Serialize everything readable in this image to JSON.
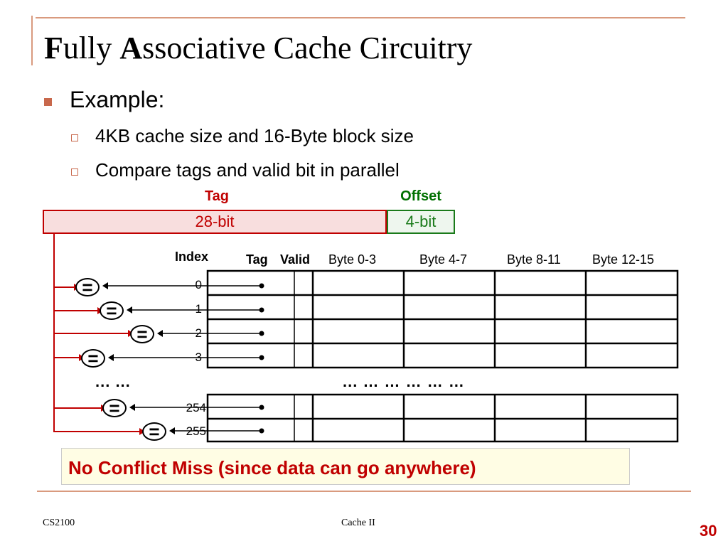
{
  "slide": {
    "title_parts": [
      {
        "text": "F",
        "bold": true
      },
      {
        "text": "ully ",
        "bold": false
      },
      {
        "text": "A",
        "bold": true
      },
      {
        "text": "ssociative Cache Circuitry",
        "bold": false
      }
    ],
    "bullet": "Example:",
    "sub_bullets": [
      "4KB cache size and 16-Byte block size",
      "Compare tags and valid bit in parallel"
    ],
    "callout": "No Conflict Miss (since data can go anywhere)",
    "footer_left": "CS2100",
    "footer_center": "Cache II",
    "page_number": "30"
  },
  "address": {
    "tag_label": "Tag",
    "offset_label": "Offset",
    "tag_bits": "28-bit",
    "offset_bits": "4-bit"
  },
  "cache": {
    "index_header": "Index",
    "columns": [
      "Tag",
      "Valid",
      "Byte 0-3",
      "Byte 4-7",
      "Byte 8-11",
      "Byte 12-15"
    ],
    "rows_top": [
      "0",
      "1",
      "2",
      "3"
    ],
    "rows_bottom": [
      "254",
      "255"
    ],
    "ellipsis_left": "...    ...",
    "ellipsis_right": "...   …   …   …   …   …",
    "comparator_symbol": "="
  },
  "colors": {
    "tag": "#c00000",
    "offset": "#1a7a1a",
    "accent": "#c8684c"
  }
}
